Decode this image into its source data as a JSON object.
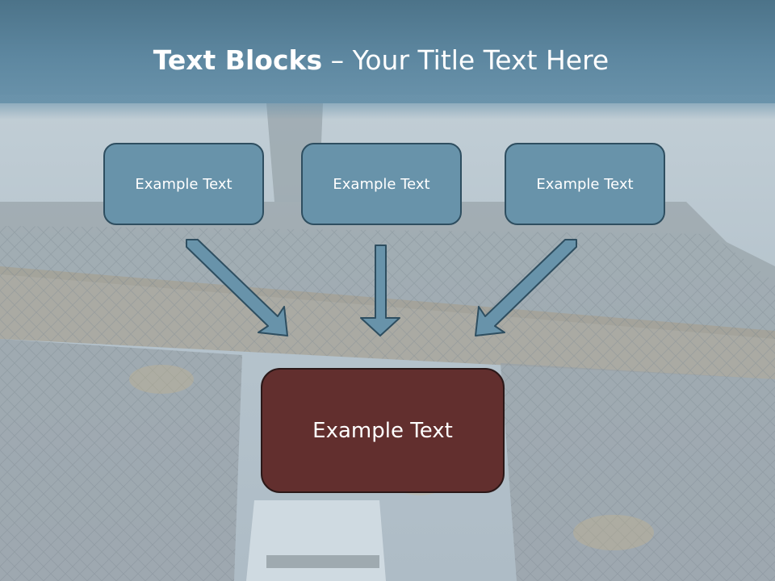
{
  "title": {
    "bold": "Text Blocks",
    "separator": " – ",
    "rest": "Your Title Text Here"
  },
  "blocks": {
    "top": [
      {
        "label": "Example Text"
      },
      {
        "label": "Example Text"
      },
      {
        "label": "Example Text"
      }
    ],
    "bottom": {
      "label": "Example Text"
    }
  },
  "colors": {
    "title_band": "#5d87a0",
    "top_box_fill": "#6893aa",
    "top_box_border": "#2e4e60",
    "bottom_box_fill": "#622f2e",
    "arrow_fill": "#6893aa",
    "background": "#b9c7d0"
  }
}
